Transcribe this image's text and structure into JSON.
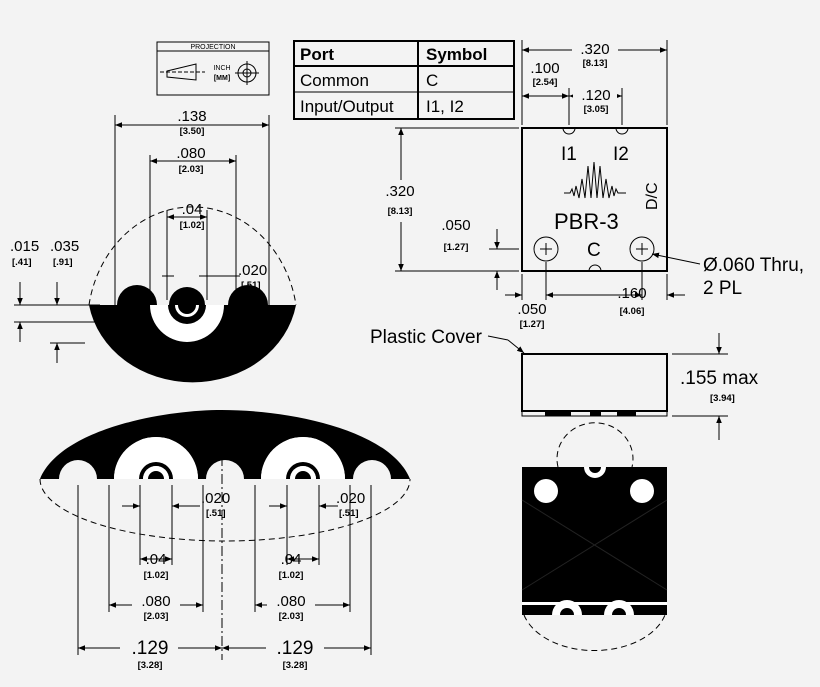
{
  "projection": {
    "label": "PROJECTION",
    "inch": "INCH",
    "mm": "[MM]"
  },
  "port_table": {
    "headers": [
      "Port",
      "Symbol"
    ],
    "rows": [
      [
        "Common",
        "C"
      ],
      [
        "Input/Output",
        "I1, I2"
      ]
    ]
  },
  "top_view": {
    "part_name": "PBR-3",
    "port_i1": "I1",
    "port_i2": "I2",
    "port_c": "C",
    "date_code": "D/C",
    "dim_width": {
      "inch": ".320",
      "mm": "[8.13]"
    },
    "dim_height": {
      "inch": ".320",
      "mm": "[8.13]"
    },
    "dim_100": {
      "inch": ".100",
      "mm": "[2.54]"
    },
    "dim_120": {
      "inch": ".120",
      "mm": "[3.05]"
    },
    "dim_050_v": {
      "inch": ".050",
      "mm": "[1.27]"
    },
    "dim_050_h": {
      "inch": ".050",
      "mm": "[1.27]"
    },
    "dim_160": {
      "inch": ".160",
      "mm": "[4.06]"
    },
    "hole_note_1": "Ø.060 Thru,",
    "hole_note_2": "2 PL"
  },
  "side_view": {
    "cover_label": "Plastic Cover",
    "dim_height": {
      "inch": ".155 max",
      "mm": "[3.94]"
    }
  },
  "detail_circle": {
    "dim_138": {
      "inch": ".138",
      "mm": "[3.50]"
    },
    "dim_080": {
      "inch": ".080",
      "mm": "[2.03]"
    },
    "dim_04": {
      "inch": ".04",
      "mm": "[1.02]"
    },
    "dim_015": {
      "inch": ".015",
      "mm": "[.41]"
    },
    "dim_035": {
      "inch": ".035",
      "mm": "[.91]"
    },
    "dim_020": {
      "inch": ".020",
      "mm": "[.51]"
    }
  },
  "detail_ellipse": {
    "dim_020_a": {
      "inch": ".020",
      "mm": "[.51]"
    },
    "dim_020_b": {
      "inch": ".020",
      "mm": "[.51]"
    },
    "dim_04_a": {
      "inch": ".04",
      "mm": "[1.02]"
    },
    "dim_04_b": {
      "inch": ".04",
      "mm": "[1.02]"
    },
    "dim_080_a": {
      "inch": ".080",
      "mm": "[2.03]"
    },
    "dim_080_b": {
      "inch": ".080",
      "mm": "[2.03]"
    },
    "dim_129_a": {
      "inch": ".129",
      "mm": "[3.28]"
    },
    "dim_129_b": {
      "inch": ".129",
      "mm": "[3.28]"
    }
  }
}
